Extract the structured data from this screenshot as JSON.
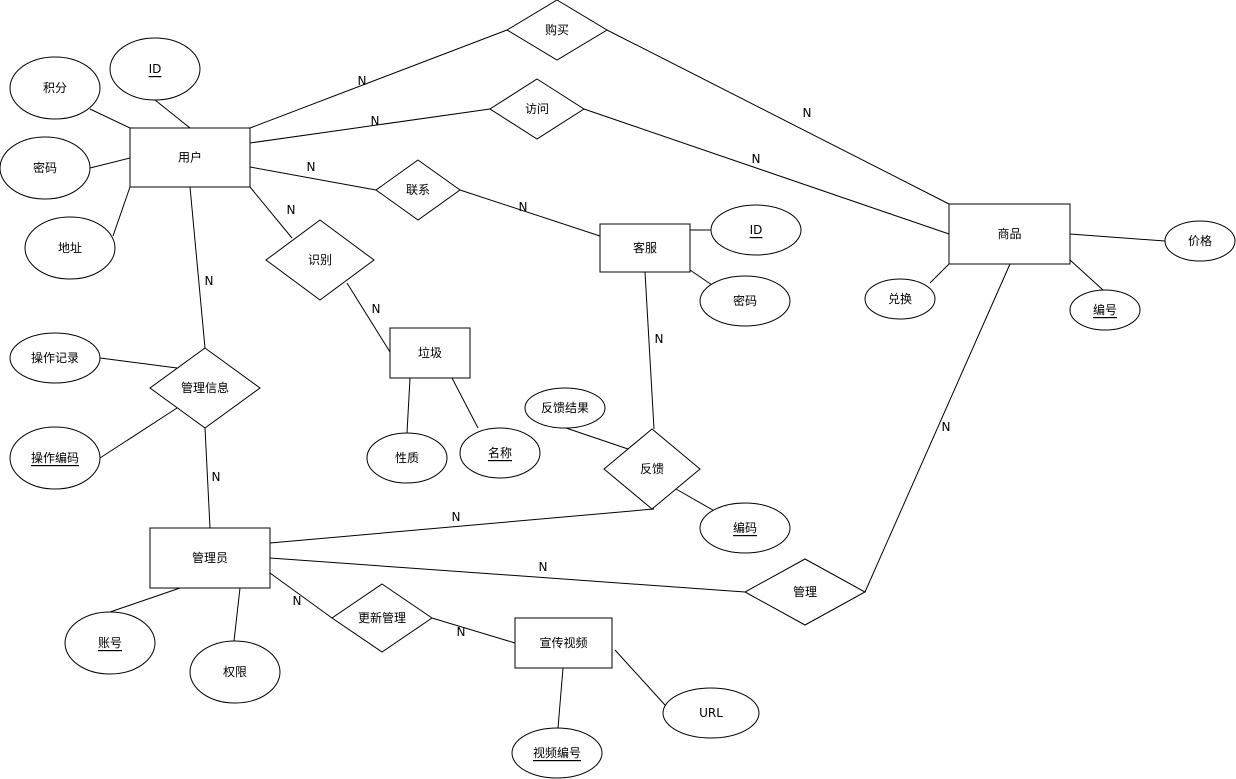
{
  "entities": [
    {
      "id": "user",
      "label": "用户"
    },
    {
      "id": "service",
      "label": "客服"
    },
    {
      "id": "product",
      "label": "商品"
    },
    {
      "id": "garbage",
      "label": "垃圾"
    },
    {
      "id": "admin",
      "label": "管理员"
    },
    {
      "id": "video",
      "label": "宣传视频"
    }
  ],
  "relationships": [
    {
      "id": "buy",
      "label": "购买"
    },
    {
      "id": "visit",
      "label": "访问"
    },
    {
      "id": "contact",
      "label": "联系"
    },
    {
      "id": "identify",
      "label": "识别"
    },
    {
      "id": "manage_info",
      "label": "管理信息"
    },
    {
      "id": "feedback",
      "label": "反馈"
    },
    {
      "id": "manage",
      "label": "管理"
    },
    {
      "id": "update_manage",
      "label": "更新管理"
    }
  ],
  "attributes": [
    {
      "id": "user_id",
      "label": "ID",
      "key": true
    },
    {
      "id": "points",
      "label": "积分",
      "key": false
    },
    {
      "id": "user_pwd",
      "label": "密码",
      "key": false
    },
    {
      "id": "address",
      "label": "地址",
      "key": false
    },
    {
      "id": "service_id",
      "label": "ID",
      "key": true
    },
    {
      "id": "service_pwd",
      "label": "密码",
      "key": false
    },
    {
      "id": "price",
      "label": "价格",
      "key": false
    },
    {
      "id": "exchange",
      "label": "兑换",
      "key": false
    },
    {
      "id": "product_no",
      "label": "编号",
      "key": true
    },
    {
      "id": "nature",
      "label": "性质",
      "key": false
    },
    {
      "id": "name",
      "label": "名称",
      "key": true
    },
    {
      "id": "op_record",
      "label": "操作记录",
      "key": false
    },
    {
      "id": "op_code",
      "label": "操作编码",
      "key": true
    },
    {
      "id": "fb_result",
      "label": "反馈结果",
      "key": false
    },
    {
      "id": "fb_code",
      "label": "编码",
      "key": true
    },
    {
      "id": "account",
      "label": "账号",
      "key": true
    },
    {
      "id": "permission",
      "label": "权限",
      "key": false
    },
    {
      "id": "url",
      "label": "URL",
      "key": false
    },
    {
      "id": "video_no",
      "label": "视频编号",
      "key": true
    }
  ],
  "cardinalities": [
    {
      "id": "c_buy_user",
      "label": "N"
    },
    {
      "id": "c_buy_product",
      "label": "N"
    },
    {
      "id": "c_visit_user",
      "label": "N"
    },
    {
      "id": "c_visit_product",
      "label": "N"
    },
    {
      "id": "c_contact_user",
      "label": "N"
    },
    {
      "id": "c_contact_service",
      "label": "N"
    },
    {
      "id": "c_identify_user",
      "label": "N"
    },
    {
      "id": "c_identify_garbage",
      "label": "N"
    },
    {
      "id": "c_minfo_user",
      "label": "N"
    },
    {
      "id": "c_minfo_admin",
      "label": "N"
    },
    {
      "id": "c_feedback_service",
      "label": "N"
    },
    {
      "id": "c_feedback_admin",
      "label": "N"
    },
    {
      "id": "c_manage_admin",
      "label": "N"
    },
    {
      "id": "c_manage_product",
      "label": "N"
    },
    {
      "id": "c_update_admin",
      "label": "N"
    },
    {
      "id": "c_update_video",
      "label": "N"
    }
  ]
}
